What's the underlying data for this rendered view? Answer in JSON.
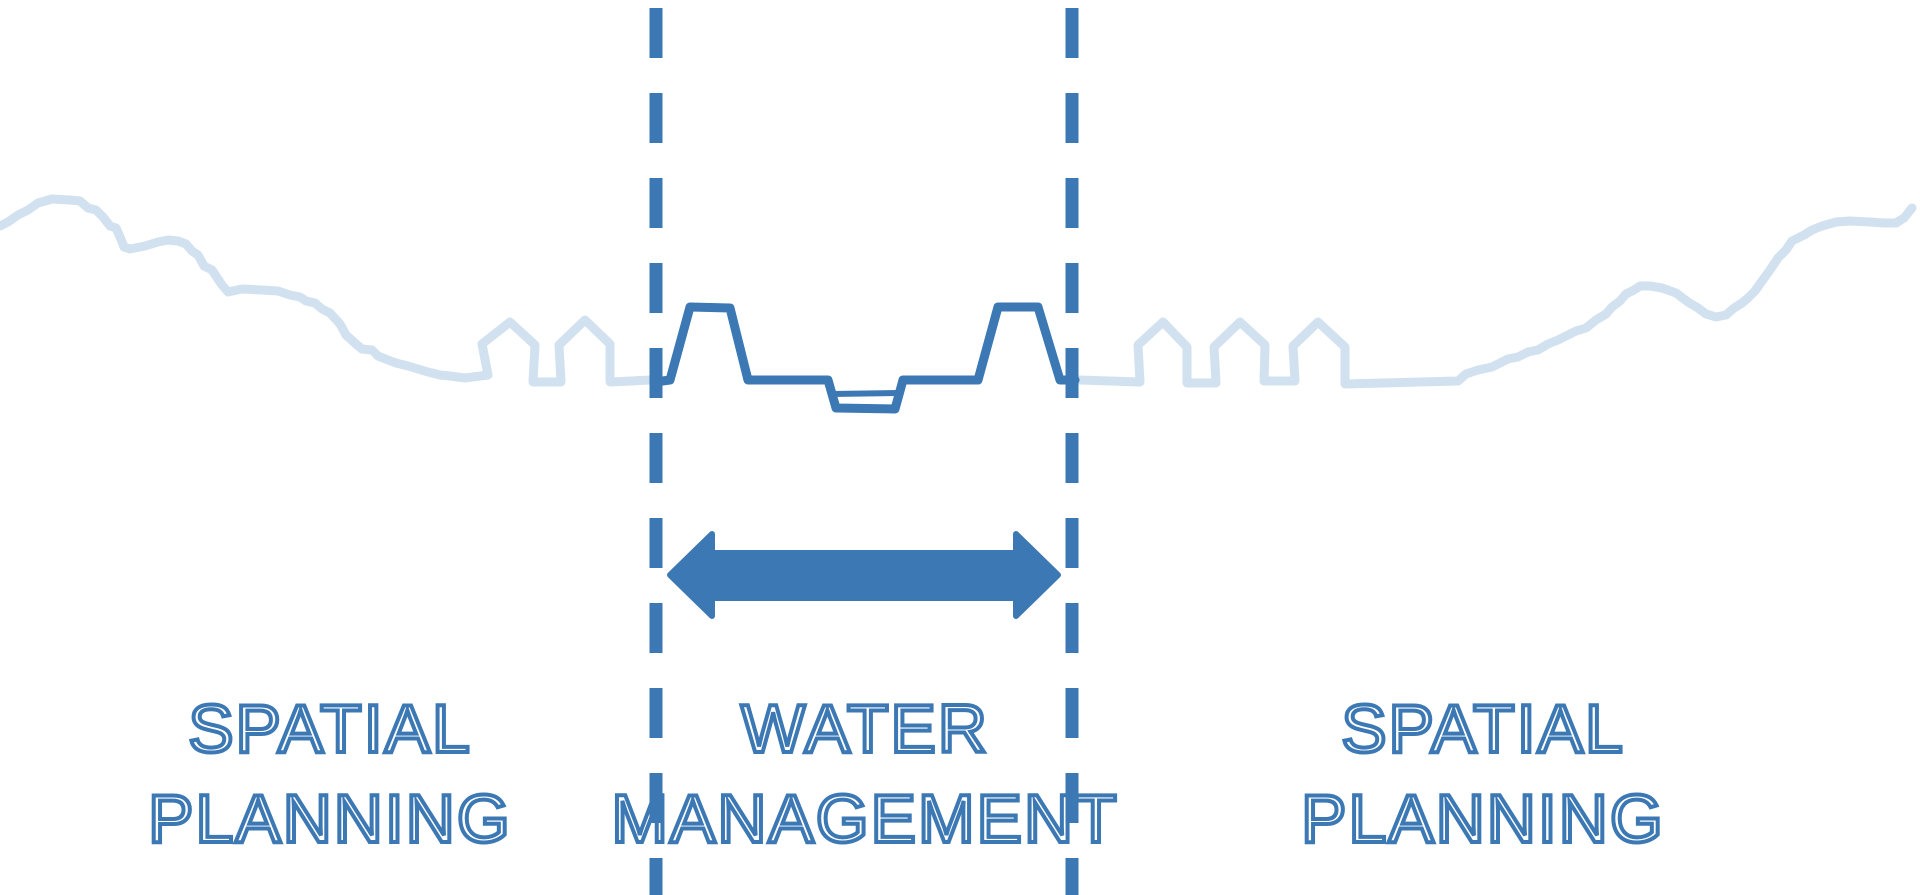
{
  "colors": {
    "primary": "#3c78b4",
    "terrain": "#d2e1ef",
    "background": "#ffffff"
  },
  "labels": {
    "left_zone": {
      "line1": "SPATIAL",
      "line2": "PLANNING"
    },
    "center_zone": {
      "line1": "WATER",
      "line2": "MANAGEMENT"
    },
    "right_zone": {
      "line1": "SPATIAL",
      "line2": "PLANNING"
    }
  },
  "icons": {
    "range_arrow": "double-headed-arrow-icon",
    "houses": "house-outline-icon"
  }
}
